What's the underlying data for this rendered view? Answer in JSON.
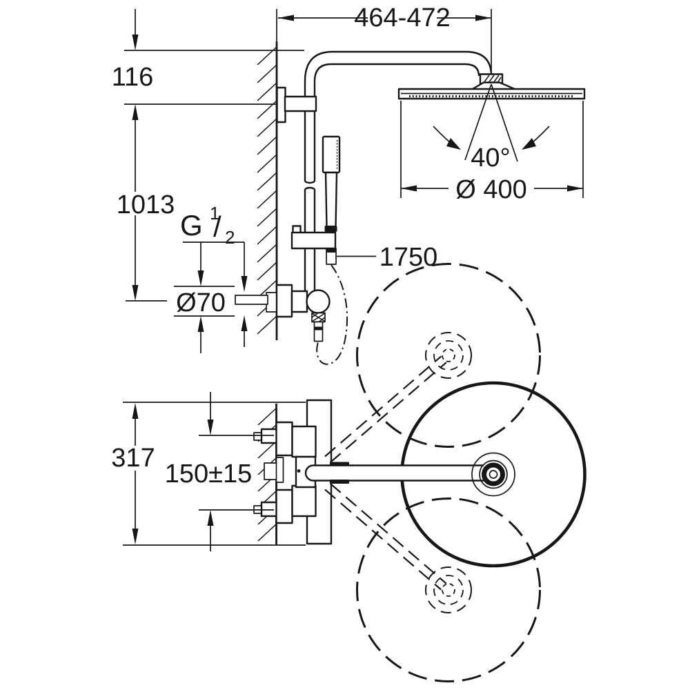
{
  "drawing": {
    "type": "technical-installation-dimension-drawing",
    "views": {
      "front_view": "shower system on wall (riser pipe, head shower, hand shower, thermostat)",
      "plan_view": "thermostat trim with head shower swivel range"
    },
    "dims": {
      "arm_reach": "464-472",
      "top_offset": "116",
      "riser_height": "1013",
      "thread_g": "G",
      "thread_num": "1",
      "thread_slash": "/",
      "thread_den": "2",
      "escutcheon_dia": "Ø70",
      "hose_length": "1750",
      "swivel_angle": "40°",
      "head_dia": "Ø 400",
      "trim_height": "317",
      "supply_spacing": "150±15"
    },
    "colors": {
      "line": "#161616",
      "background": "#ffffff"
    }
  }
}
